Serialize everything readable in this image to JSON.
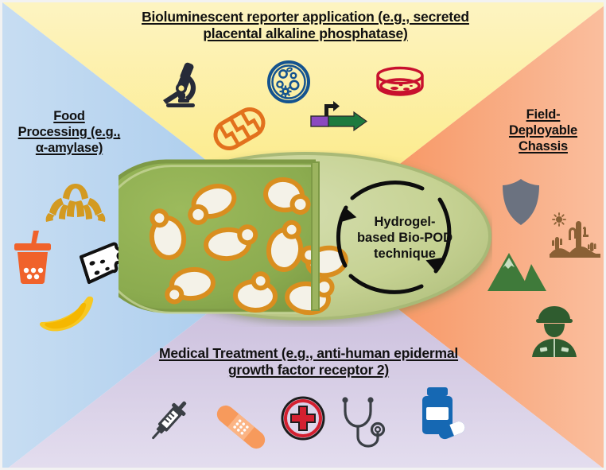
{
  "figure": {
    "type": "graphical-abstract",
    "title": "Hydrogel-based Bio-POD technique application overview"
  },
  "headings": {
    "top": {
      "line1": "Bioluminescent reporter application (e.g., secreted",
      "line2": "placental alkaline phosphatase)"
    },
    "left": {
      "line1": "Food",
      "line2": "Processing (e.g.,",
      "line3": "α-amylase)"
    },
    "right": {
      "line1": "Field-",
      "line2": "Deployable",
      "line3": "Chassis"
    },
    "bottom": {
      "line1": "Medical Treatment (e.g., anti-human epidermal",
      "line2": "growth factor receptor 2)"
    }
  },
  "center": {
    "label_line1": "Hydrogel-",
    "label_line2": "based Bio-POD",
    "label_line3": "technique",
    "left_half_name": "hydrogel-with-yeast-cells",
    "right_half_name": "hydrogel-cycle",
    "yeast_cell_count": 11
  },
  "quadrants": [
    {
      "id": "top",
      "name": "bioluminescent-reporter",
      "color": "#fdea8a",
      "icons": [
        "microscope-icon",
        "cell-diagram-icon",
        "petri-dish-icon",
        "mitochondrion-icon",
        "gene-construct-icon"
      ]
    },
    {
      "id": "left",
      "name": "food-processing",
      "color": "#b6d4ef",
      "icons": [
        "croissant-icon",
        "bubble-tea-icon",
        "cheese-wedge-icon",
        "banana-icon"
      ]
    },
    {
      "id": "right",
      "name": "field-deployable-chassis",
      "color": "#f79b72",
      "icons": [
        "shield-icon",
        "desert-cactus-icon",
        "mountains-icon",
        "soldier-icon"
      ]
    },
    {
      "id": "bottom",
      "name": "medical-treatment",
      "color": "#cfc3de",
      "icons": [
        "syringe-icon",
        "bandage-icon",
        "red-cross-icon",
        "stethoscope-icon",
        "medicine-bottle-icon"
      ]
    }
  ],
  "colors": {
    "bg_top": "#fdeb8b",
    "bg_top_light": "#fdf6cc",
    "bg_left": "#a9ccec",
    "bg_left_light": "#d0e3f5",
    "bg_right": "#f78f5f",
    "bg_right_light": "#f9c3a6",
    "bg_bottom": "#c7bad9",
    "bg_bottom_light": "#e4dced",
    "hydrogel_dark_green": "#86a84a",
    "hydrogel_light_green": "#c3d191",
    "hydrogel_rim": "#9cb45f",
    "yeast_fill": "#f2f0e6",
    "yeast_outline": "#d98e1f",
    "microscope": "#262a38",
    "mitochondrion": "#e2711d",
    "cell_diagram": "#14538f",
    "petri_dish": "#c8102e",
    "promoter_purple": "#8b49c0",
    "gene_green": "#1c7a3e",
    "croissant": "#d39a21",
    "bubble_tea": "#f0622b",
    "cheese_outline": "#111111",
    "banana": "#f7c823",
    "shield": "#6b7280",
    "desert": "#8a6035",
    "mountains": "#3f7a3a",
    "soldier": "#2f5c2f",
    "syringe": "#3a3f45",
    "bandage": "#f79a5c",
    "red_cross": "#d42030",
    "stethoscope": "#3a3f45",
    "medicine_bottle": "#1668b3",
    "text": "#111111"
  }
}
